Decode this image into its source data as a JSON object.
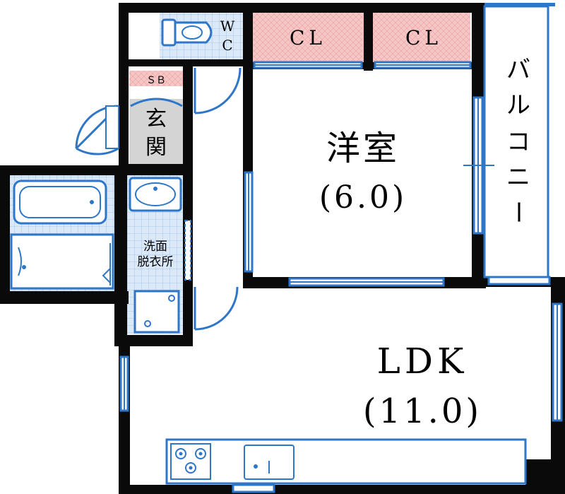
{
  "rooms": {
    "wc": {
      "line1": "W",
      "line2": "C"
    },
    "closet_1": {
      "label": "CL"
    },
    "closet_2": {
      "label": "CL"
    },
    "shoe_box": {
      "label": "ＳＢ"
    },
    "entrance": {
      "line1": "玄",
      "line2": "関"
    },
    "western_room": {
      "name": "洋室",
      "size": "(6.0)"
    },
    "balcony": {
      "label": [
        "バ",
        "ル",
        "コ",
        "ニ",
        "ー"
      ]
    },
    "washroom": {
      "line1": "洗面",
      "line2": "脱衣所"
    },
    "ldk": {
      "name": "LDK",
      "size": "(11.0)"
    }
  },
  "colors": {
    "wall": "#0a0a0a",
    "fixture_line": "#2e76c8",
    "closet_fill": "#f7c6c6",
    "wet_area_fill": "#dbe8f8",
    "entrance_fill": "#d4d4d4",
    "background": "#ffffff"
  }
}
